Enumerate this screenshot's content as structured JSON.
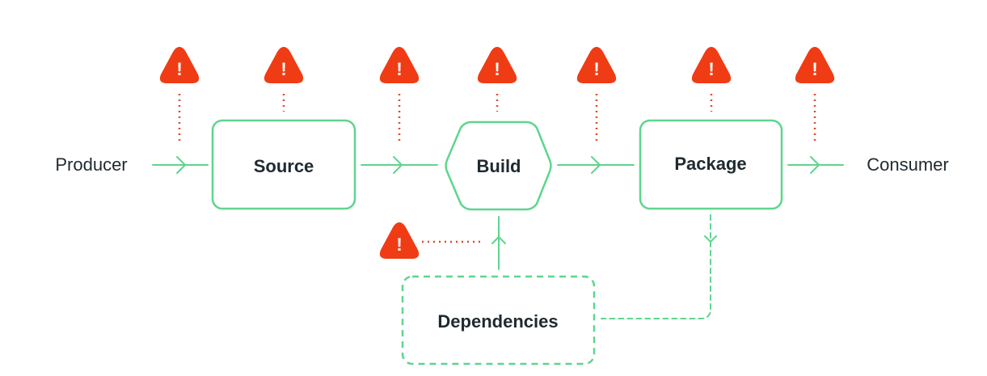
{
  "diagram": {
    "producer": "Producer",
    "consumer": "Consumer",
    "stages": {
      "source": "Source",
      "build": "Build",
      "package": "Package",
      "dependencies": "Dependencies"
    },
    "warning_symbol": "!"
  },
  "colors": {
    "flow": "#5fd58e",
    "warning": "#f03c14",
    "threat_line": "#e04a2c",
    "text": "#1f2a30"
  },
  "icons": {
    "warning": "warning-triangle-icon"
  }
}
